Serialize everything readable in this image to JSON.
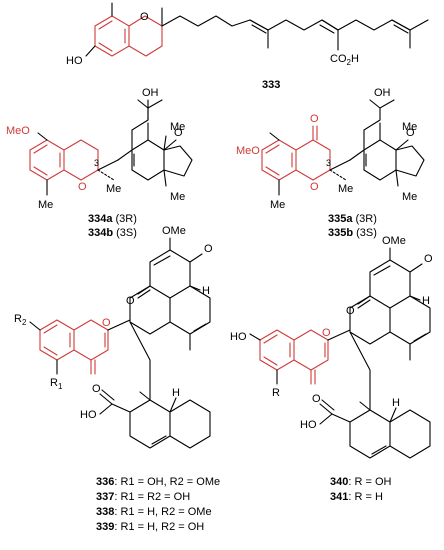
{
  "compounds": {
    "c333": {
      "id": "333",
      "atoms": {
        "oh": "HO",
        "o_ring": "O",
        "acid": "CO",
        "acid_sub": "2",
        "acid_h": "H"
      }
    },
    "c334": {
      "labels": [
        {
          "id": "334a",
          "stereo": "(3R)"
        },
        {
          "id": "334b",
          "stereo": "(3S)"
        }
      ],
      "atoms": {
        "oh": "OH",
        "meo": "MeO",
        "o_ring": "O",
        "ketone": "O",
        "me_a": "Me",
        "me_b": "Me",
        "me_c": "Me",
        "me_d": "Me",
        "loc3": "3"
      }
    },
    "c335": {
      "labels": [
        {
          "id": "335a",
          "stereo": "(3R)"
        },
        {
          "id": "335b",
          "stereo": "(3S)"
        }
      ],
      "atoms": {
        "oh": "OH",
        "meo": "MeO",
        "o_ring": "O",
        "ketone1": "O",
        "ketone2": "O",
        "me_a": "Me",
        "me_b": "Me",
        "me_c": "Me",
        "me_d": "Me",
        "loc3": "3"
      }
    },
    "c336": {
      "atoms": {
        "ome": "OMe",
        "o1": "O",
        "o2": "O",
        "o3": "O",
        "h": "H",
        "r1": "R",
        "r1_sub": "1",
        "r2": "R",
        "r2_sub": "2",
        "ho": "HO",
        "o_acid": "O",
        "h2": "H"
      },
      "legend": [
        {
          "id": "336",
          "text": ": R1 = OH, R2 = OMe"
        },
        {
          "id": "337",
          "text": ": R1 = R2 = OH"
        },
        {
          "id": "338",
          "text": ": R1 = H, R2 = OMe"
        },
        {
          "id": "339",
          "text": ": R1 = H, R2 = OH"
        }
      ]
    },
    "c340": {
      "atoms": {
        "ome": "OMe",
        "o1": "O",
        "o2": "O",
        "o3": "O",
        "h": "H",
        "ho": "HO",
        "r": "R",
        "ho2": "HO",
        "o_acid": "O",
        "h2": "H"
      },
      "legend": [
        {
          "id": "340",
          "text": ": R = OH"
        },
        {
          "id": "341",
          "text": ": R = H"
        }
      ]
    }
  }
}
